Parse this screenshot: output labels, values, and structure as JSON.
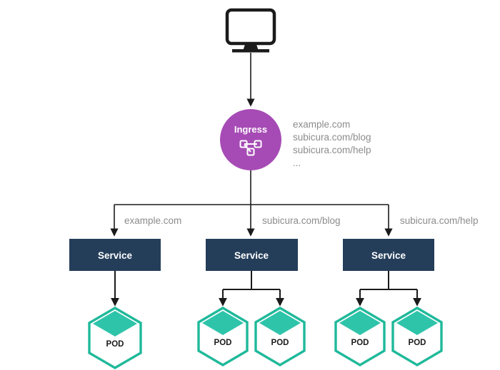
{
  "diagram": {
    "title": "Kubernetes Ingress routing diagram",
    "background_color": "#ffffff",
    "colors": {
      "ingress_purple": "#a64bb5",
      "service_navy": "#243e5a",
      "pod_teal": "#1fb99a",
      "pod_fill_teal": "#2ec4aa",
      "line_dark": "#1b1b1b",
      "label_gray": "#8c8c8c",
      "white": "#ffffff"
    }
  },
  "client": {
    "icon": "monitor-icon",
    "label": ""
  },
  "ingress": {
    "label": "Ingress",
    "icon": "network-topology-icon",
    "hosts": [
      "example.com",
      "subicura.com/blog",
      "subicura.com/help",
      "..."
    ]
  },
  "routes": [
    {
      "label": "example.com"
    },
    {
      "label": "subicura.com/blog"
    },
    {
      "label": "subicura.com/help"
    }
  ],
  "services": [
    {
      "label": "Service",
      "pods": [
        {
          "label": "POD"
        }
      ]
    },
    {
      "label": "Service",
      "pods": [
        {
          "label": "POD"
        },
        {
          "label": "POD"
        }
      ]
    },
    {
      "label": "Service",
      "pods": [
        {
          "label": "POD"
        },
        {
          "label": "POD"
        }
      ]
    }
  ]
}
